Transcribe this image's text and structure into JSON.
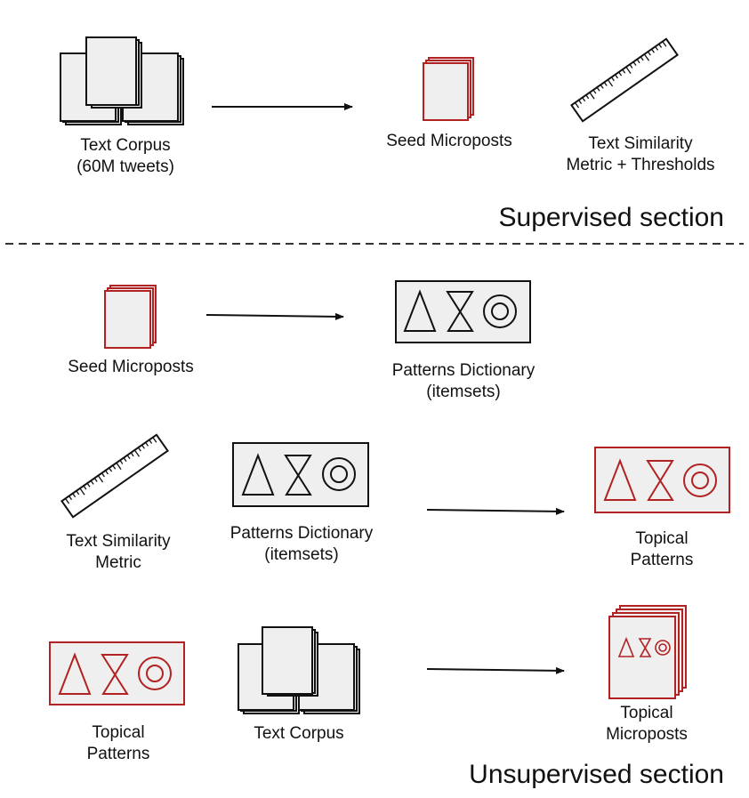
{
  "colors": {
    "stroke": "#111111",
    "fill": "#efefef",
    "accent": "#b22222",
    "background": "#ffffff"
  },
  "icons": {
    "corpus": "book-stack-icon",
    "microposts": "document-stack-icon",
    "ruler": "ruler-icon",
    "patterns": "shape-patterns-icon",
    "arrow": "arrow-right-icon"
  },
  "supervised": {
    "corpus_label": "Text Corpus\n(60M tweets)",
    "seed_label": "Seed Microposts",
    "metric_label": "Text Similarity\nMetric + Thresholds",
    "section_title": "Supervised section"
  },
  "unsupervised": {
    "row1": {
      "seed_label": "Seed Microposts",
      "dict_label": "Patterns Dictionary\n(itemsets)"
    },
    "row2": {
      "metric_label": "Text Similarity\nMetric",
      "dict_label": "Patterns Dictionary\n(itemsets)",
      "topical_label": "Topical\nPatterns"
    },
    "row3": {
      "topical_label": "Topical\nPatterns",
      "corpus_label": "Text Corpus",
      "microposts_label": "Topical\nMicroposts"
    },
    "section_title": "Unsupervised section"
  }
}
